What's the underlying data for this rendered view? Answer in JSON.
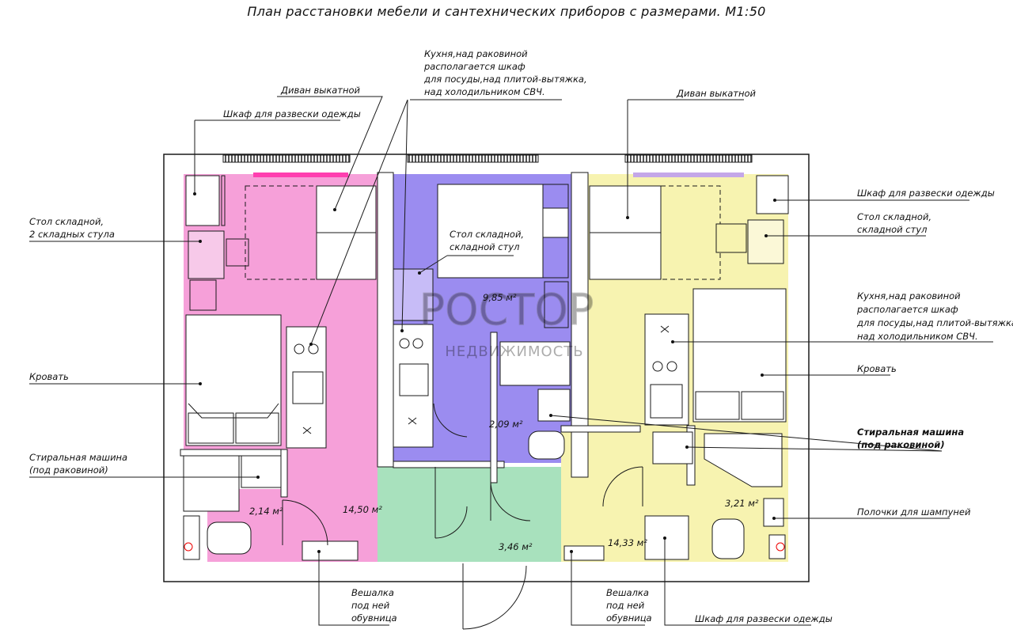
{
  "title": "План расстановки мебели и сантехнических приборов с размерами. М1:50",
  "watermark": {
    "brand": "РОСТОР",
    "sub": "НЕДВИЖИМОСТЬ"
  },
  "colors": {
    "pink_room": "#f6a0d9",
    "purple_room": "#9b8cf0",
    "green_room": "#a8e1bd",
    "yellow_room": "#f7f3b0",
    "wall": "#ffffff",
    "line": "#1a1a1a",
    "window_accent": "#ff3fb0"
  },
  "areas": {
    "pink_main": "14,50 м²",
    "pink_bath": "2,14 м²",
    "purple_main": "9,85 м²",
    "purple_bath": "2,09 м²",
    "hall": "3,46 м²",
    "yellow_main": "14,33 м²",
    "yellow_bath": "3,21 м²"
  },
  "notes": {
    "divan_left": "Диван выкатной",
    "shkaf_left": "Шкаф для развески одежды",
    "stol_left_1": "Стол складной,",
    "stol_left_2": "2 складных стула",
    "krovat_left": "Кровать",
    "stiral_left_1": "Стиральная машина",
    "stiral_left_2": "(под раковиной)",
    "veshalka_left_1": "Вешалка",
    "veshalka_left_2": "под ней",
    "veshalka_left_3": "обувница",
    "kuhnya_top_1": "Кухня,над раковиной",
    "kuhnya_top_2": "располагается шкаф",
    "kuhnya_top_3": "для посуды,над плитой-вытяжка,",
    "kuhnya_top_4": "над холодильником СВЧ.",
    "stol_mid_1": "Стол складной,",
    "stol_mid_2": "складной стул",
    "divan_right": "Диван выкатной",
    "shkaf_right": "Шкаф для развески одежды",
    "stol_right_1": "Стол складной,",
    "stol_right_2": "складной стул",
    "kuhnya_right_1": "Кухня,над раковиной",
    "kuhnya_right_2": "располагается шкаф",
    "kuhnya_right_3": "для посуды,над плитой-вытяжка,",
    "kuhnya_right_4": "над холодильником СВЧ.",
    "krovat_right": "Кровать",
    "stiral_right_1": "Стиральная машина",
    "stiral_right_2": "(под раковиной)",
    "polochki": "Полочки для шампуней",
    "veshalka_mid_1": "Вешалка",
    "veshalka_mid_2": "под ней",
    "veshalka_mid_3": "обувница",
    "shkaf_bottom": "Шкаф для развески одежды"
  }
}
